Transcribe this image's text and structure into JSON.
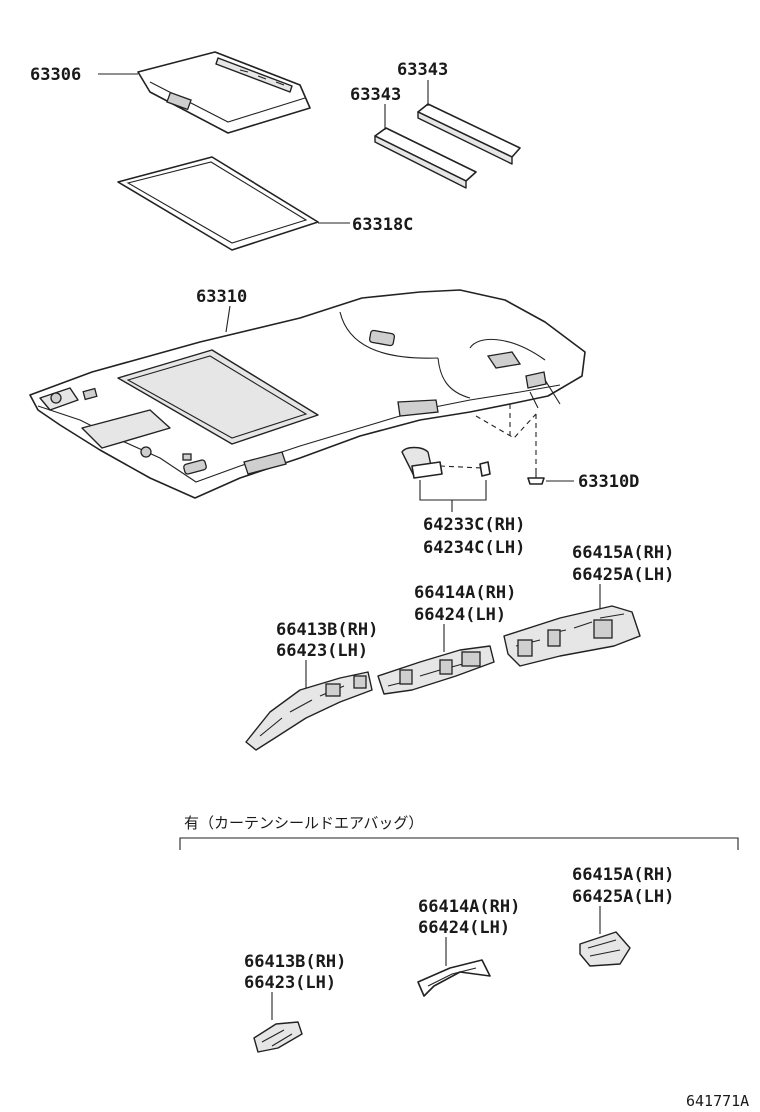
{
  "labels": {
    "p63306": "63306",
    "p63343_a": "63343",
    "p63343_b": "63343",
    "p63318c": "63318C",
    "p63310": "63310",
    "p63310d": "63310D",
    "p64233c": "64233C(RH)",
    "p64234c": "64234C(LH)",
    "p66415a_top": "66415A(RH)",
    "p66425a_top": "66425A(LH)",
    "p66414a_top": "66414A(RH)",
    "p66424_top": "66424(LH)",
    "p66413b_top": "66413B(RH)",
    "p66423_top": "66423(LH)",
    "p66415a_bot": "66415A(RH)",
    "p66425a_bot": "66425A(LH)",
    "p66414a_bot": "66414A(RH)",
    "p66424_bot": "66424(LH)",
    "p66413b_bot": "66413B(RH)",
    "p66423_bot": "66423(LH)"
  },
  "note": "有（カーテンシールドエアバッグ）",
  "figure_code": "641771A"
}
